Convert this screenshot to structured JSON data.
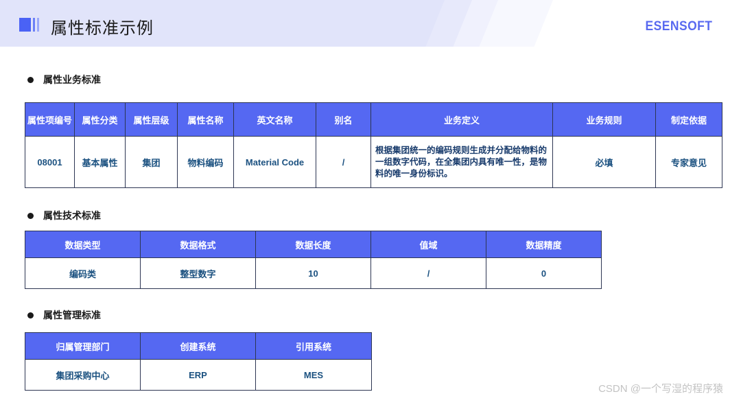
{
  "header": {
    "title": "属性标准示例",
    "brand": "ESENSOFT"
  },
  "sections": [
    {
      "heading": "属性业务标准"
    },
    {
      "heading": "属性技术标准"
    },
    {
      "heading": "属性管理标准"
    }
  ],
  "table_business": {
    "columns": [
      "属性项编号",
      "属性分类",
      "属性层级",
      "属性名称",
      "英文名称",
      "别名",
      "业务定义",
      "业务规则",
      "制定依据"
    ],
    "rows": [
      {
        "attr_id": "08001",
        "attr_category": "基本属性",
        "attr_level": "集团",
        "attr_name": "物料编码",
        "english_name": "Material Code",
        "alias": "/",
        "business_definition": "根据集团统一的编码规则生成并分配给物料的一组数字代码，在全集团内具有唯一性，是物料的唯一身份标识。",
        "business_rule": "必填",
        "basis": "专家意见"
      }
    ]
  },
  "table_technical": {
    "columns": [
      "数据类型",
      "数据格式",
      "数据长度",
      "值域",
      "数据精度"
    ],
    "rows": [
      {
        "data_type": "编码类",
        "data_format": "整型数字",
        "data_length": "10",
        "value_range": "/",
        "data_precision": "0"
      }
    ]
  },
  "table_management": {
    "columns": [
      "归属管理部门",
      "创建系统",
      "引用系统"
    ],
    "rows": [
      {
        "owner_department": "集团采购中心",
        "create_system": "ERP",
        "reference_system": "MES"
      }
    ]
  },
  "watermark": "CSDN @一个写湿的程序猿",
  "colors": {
    "header_band": "#e1e4fa",
    "table_header": "#5568f2",
    "table_border": "#2c3552",
    "data_text": "#1b5180",
    "brand": "#5869f0",
    "accent_square": "#4a62f5"
  }
}
